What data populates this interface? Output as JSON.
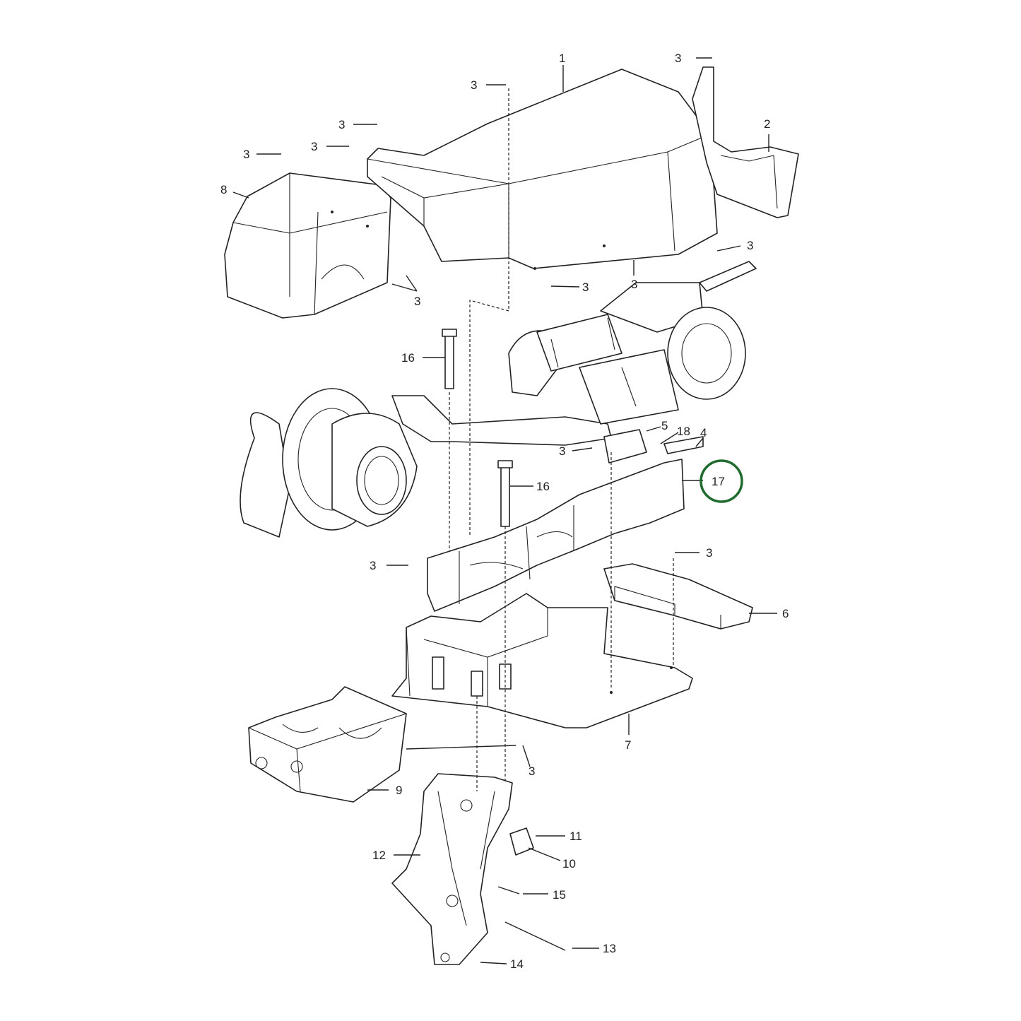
{
  "callouts": [
    {
      "id": "c1",
      "text": "1"
    },
    {
      "id": "c2",
      "text": "2"
    },
    {
      "id": "c3a",
      "text": "3"
    },
    {
      "id": "c3b",
      "text": "3"
    },
    {
      "id": "c3c",
      "text": "3"
    },
    {
      "id": "c3d",
      "text": "3"
    },
    {
      "id": "c3e",
      "text": "3"
    },
    {
      "id": "c3f",
      "text": "3"
    },
    {
      "id": "c3g",
      "text": "3"
    },
    {
      "id": "c3h",
      "text": "3"
    },
    {
      "id": "c3i",
      "text": "3"
    },
    {
      "id": "c3j",
      "text": "3"
    },
    {
      "id": "c3k",
      "text": "3"
    },
    {
      "id": "c3l",
      "text": "3"
    },
    {
      "id": "c3m",
      "text": "3"
    },
    {
      "id": "c4",
      "text": "4"
    },
    {
      "id": "c5",
      "text": "5"
    },
    {
      "id": "c6",
      "text": "6"
    },
    {
      "id": "c7",
      "text": "7"
    },
    {
      "id": "c8",
      "text": "8"
    },
    {
      "id": "c9",
      "text": "9"
    },
    {
      "id": "c10",
      "text": "10"
    },
    {
      "id": "c11",
      "text": "11"
    },
    {
      "id": "c12",
      "text": "12"
    },
    {
      "id": "c13",
      "text": "13"
    },
    {
      "id": "c14",
      "text": "14"
    },
    {
      "id": "c15",
      "text": "15"
    },
    {
      "id": "c16a",
      "text": "16"
    },
    {
      "id": "c16b",
      "text": "16"
    },
    {
      "id": "c17",
      "text": "17"
    },
    {
      "id": "c18",
      "text": "18"
    }
  ],
  "highlight": {
    "callout": "17",
    "color": "#1f6b2e"
  }
}
